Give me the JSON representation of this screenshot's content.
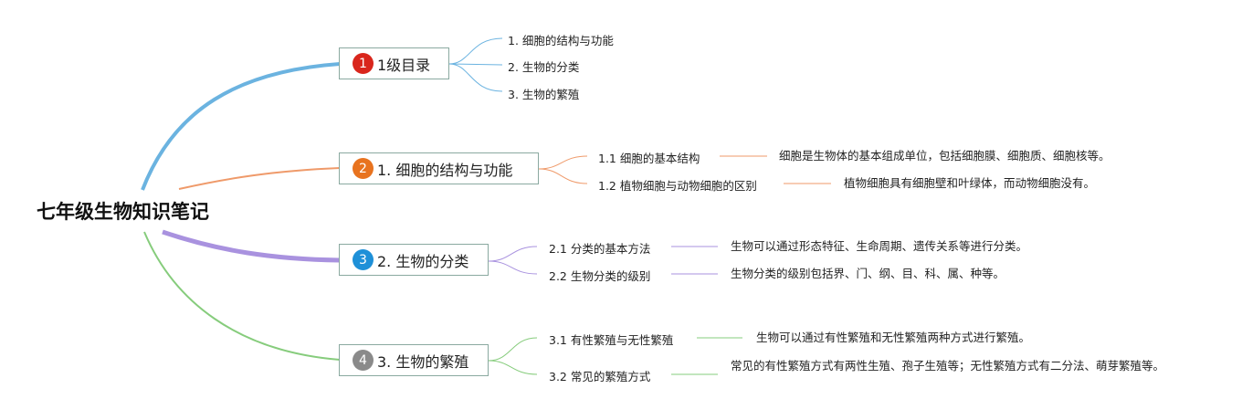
{
  "root": {
    "title": "七年级生物知识笔记"
  },
  "branches": [
    {
      "number": "1",
      "title": "1级目录",
      "badge_color": "#d9261c",
      "line_color": "#6bb3e0",
      "items": [
        {
          "label": "1. 细胞的结构与功能"
        },
        {
          "label": "2. 生物的分类"
        },
        {
          "label": "3. 生物的繁殖"
        }
      ]
    },
    {
      "number": "2",
      "title": "1. 细胞的结构与功能",
      "badge_color": "#e8731f",
      "line_color": "#ef9a6a",
      "items": [
        {
          "label": "1.1 细胞的基本结构",
          "detail": "细胞是生物体的基本组成单位，包括细胞膜、细胞质、细胞核等。"
        },
        {
          "label": "1.2 植物细胞与动物细胞的区别",
          "detail": "植物细胞具有细胞壁和叶绿体，而动物细胞没有。"
        }
      ]
    },
    {
      "number": "3",
      "title": "2. 生物的分类",
      "badge_color": "#1e90d8",
      "line_color": "#a992df",
      "items": [
        {
          "label": "2.1 分类的基本方法",
          "detail": "生物可以通过形态特征、生命周期、遗传关系等进行分类。"
        },
        {
          "label": "2.2 生物分类的级别",
          "detail": "生物分类的级别包括界、门、纲、目、科、属、种等。"
        }
      ]
    },
    {
      "number": "4",
      "title": "3. 生物的繁殖",
      "badge_color": "#8a8a8a",
      "line_color": "#86cc7c",
      "items": [
        {
          "label": "3.1 有性繁殖与无性繁殖",
          "detail": "生物可以通过有性繁殖和无性繁殖两种方式进行繁殖。"
        },
        {
          "label": "3.2 常见的繁殖方式",
          "detail": "常见的有性繁殖方式有两性生殖、孢子生殖等；无性繁殖方式有二分法、萌芽繁殖等。"
        }
      ]
    }
  ]
}
